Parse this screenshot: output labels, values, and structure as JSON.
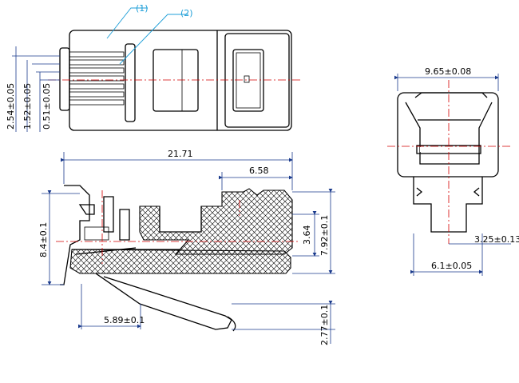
{
  "callouts": {
    "part1": "(1)",
    "part2": "(2)"
  },
  "dimensions": {
    "pitch": "2.54±0.05",
    "contact_width": "1.52±0.05",
    "contact_gap": "0.51±0.05",
    "total_length": "21.71",
    "rear_length": "6.58",
    "front_width": "9.65±0.08",
    "overall_height": "8.4±0.1",
    "cavity_height": "3.64",
    "body_height": "7.92±0.1",
    "latch_offset": "5.89±0.1",
    "latch_height": "2.77±0.1",
    "key_width": "6.1±0.05",
    "key_offset": "3.25±0.13"
  }
}
